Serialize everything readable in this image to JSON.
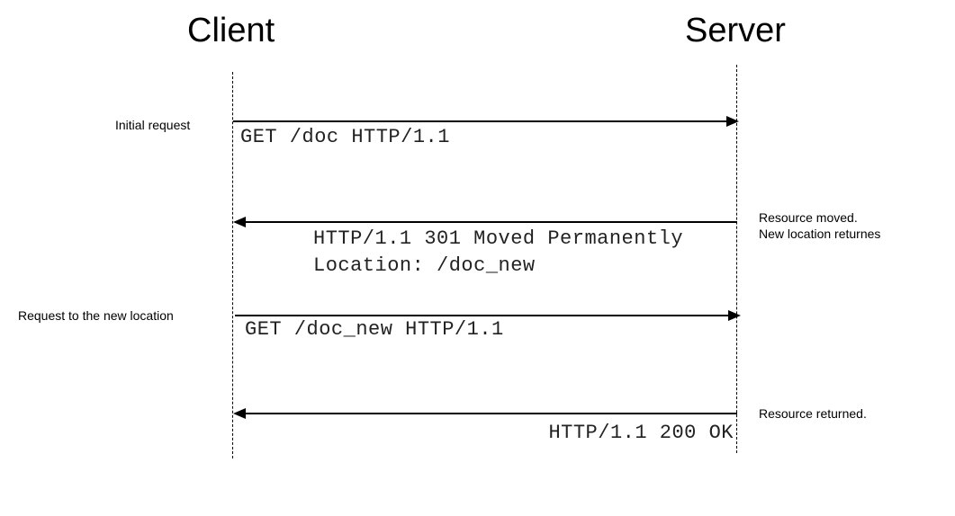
{
  "actors": {
    "client": "Client",
    "server": "Server"
  },
  "notes": {
    "initial_request": "Initial request",
    "request_new_location": "Request to the new location",
    "resource_moved": "Resource moved.",
    "new_location_returned": "New location returnes",
    "resource_returned": "Resource  returned."
  },
  "messages": {
    "get_doc": "GET /doc HTTP/1.1",
    "moved_status": "HTTP/1.1 301 Moved Permanently",
    "location_header": "Location: /doc_new",
    "get_doc_new": "GET /doc_new HTTP/1.1",
    "ok_status": "HTTP/1.1 200 OK"
  }
}
